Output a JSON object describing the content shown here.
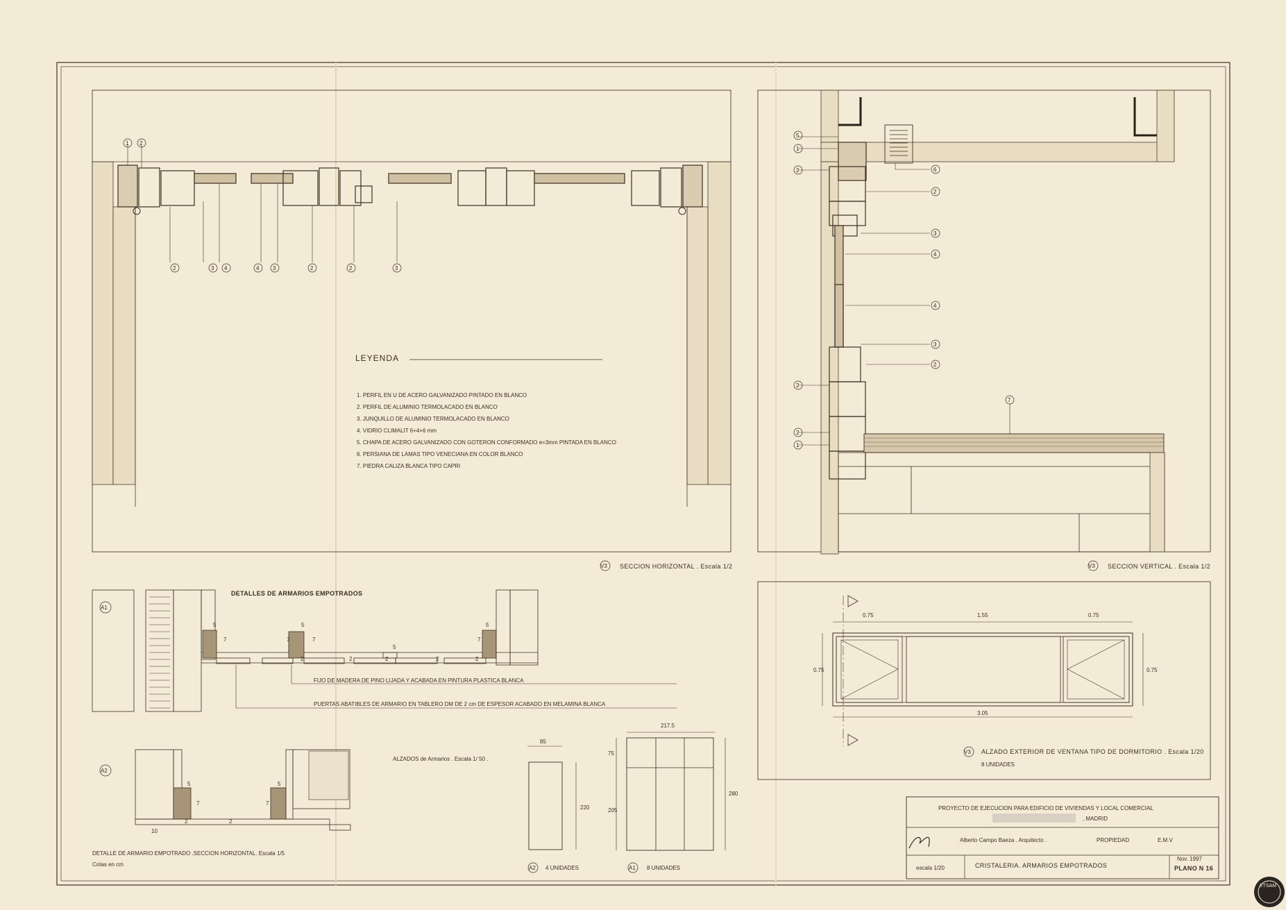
{
  "legend": {
    "title": "LEYENDA",
    "items": [
      "1. PERFIL EN U DE ACERO GALVANIZADO PINTADO EN BLANCO",
      "2. PERFIL DE ALUMINIO TERMOLACADO EN BLANCO",
      "3. JUNQUILLO DE ALUMINIO TERMOLACADO EN BLANCO",
      "4. VIDRIO CLIMALIT  6+4+6 mm",
      "5. CHAPA DE ACERO GALVANIZADO CON GOTERON CONFORMADO e=3mm PINTADA EN BLANCO",
      "6. PERSIANA DE LAMAS TIPO VENECIANA EN COLOR BLANCO",
      "7. PIEDRA CALIZA BLANCA TIPO CAPRI"
    ]
  },
  "horizontal_section": {
    "tag": "V3",
    "caption": "SECCION HORIZONTAL . Escala 1/2",
    "top_markers": [
      "1",
      "2"
    ],
    "bottom_markers": [
      "2",
      "3",
      "4",
      "4",
      "3",
      "2",
      "2",
      "3"
    ]
  },
  "vertical_section": {
    "tag": "V3",
    "caption": "SECCION VERTICAL . Escala 1/2",
    "left_markers": [
      "5",
      "1",
      "2",
      "2",
      "2",
      "1"
    ],
    "right_markers": [
      "6",
      "2",
      "3",
      "4",
      "4",
      "3",
      "2"
    ],
    "stone_marker": "7"
  },
  "cabinet_details": {
    "title": "DETALLES DE ARMARIOS EMPOTRADOS",
    "a1_tag": "A1",
    "note_fixed": "FIJO DE MADERA DE PINO LIJADA Y ACABADA EN PINTURA PLASTICA BLANCA",
    "note_doors": "PUERTAS ABATIBLES DE ARMARIO EN TABLERO DM DE 2 cm DE ESPESOR ACABADO EN MELAMINA BLANCA",
    "dims_a1": [
      "5",
      "7",
      "7",
      "5",
      "7",
      "2",
      "2",
      "5",
      "2",
      "2",
      "7",
      "5",
      "2"
    ],
    "a2_tag": "A2",
    "dims_a2": [
      "5",
      "7",
      "2",
      "10",
      "5",
      "7",
      "2"
    ],
    "caption": "DETALLE DE ARMARIO EMPOTRADO .SECCION HORIZONTAL. Escala 1/5",
    "units_note": "Cotas en cm"
  },
  "elevations": {
    "title": "ALZADOS de Armarios . Escala 1/ 50 .",
    "a2": {
      "tag": "A2",
      "units": "4 UNIDADES",
      "width": "85",
      "height": "220"
    },
    "a1": {
      "tag": "A1",
      "units": "8 UNIDADES",
      "width": "217.5",
      "top_h": "75",
      "bottom_h": "205",
      "total_h": "280"
    }
  },
  "window": {
    "tag": "V3",
    "caption": "ALZADO EXTERIOR DE VENTANA TIPO DE DORMITORIO  . Escala 1/20",
    "units": "8 UNIDADES",
    "dim_left": "0.75",
    "dim_center": "1.55",
    "dim_right": "0.75",
    "height_left": "0.75",
    "height_right": "0.75",
    "total": "3.05"
  },
  "title_block": {
    "project_line1": "PROYECTO DE EJECUCION PARA EDIFICIO DE VIVIENDAS Y LOCAL COMERCIAL",
    "project_line2": ", MADRID",
    "architect": "Alberto Campo Baeza . Arquitecto .",
    "owner_label": "PROPIEDAD",
    "owner": "E.M.V",
    "date": "Nov.  1997",
    "scale": "escala 1/20",
    "sheet_title": "CRISTALERIA.   ARMARIOS EMPOTRADOS",
    "plan_number": "PLANO N 16"
  },
  "stamp": {
    "text": "ETSAM"
  },
  "colors": {
    "paper": "#f4ebd6",
    "ink": "#3a2e22"
  }
}
